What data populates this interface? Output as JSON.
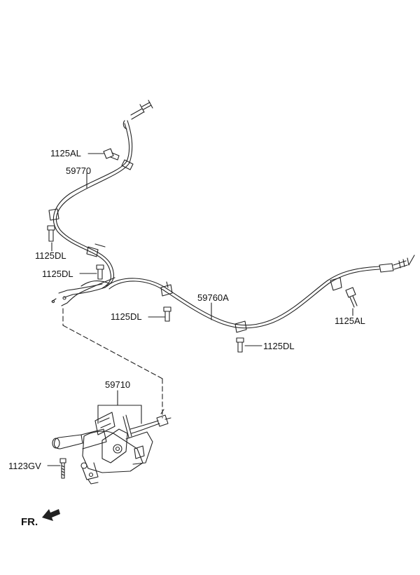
{
  "labels": {
    "bolt_1125al_upper": "1125AL",
    "cable_59770": "59770",
    "bolt_1125dl_a": "1125DL",
    "bolt_1125dl_b": "1125DL",
    "bolt_1125dl_c": "1125DL",
    "cable_59760a": "59760A",
    "bolt_1125al_right": "1125AL",
    "bolt_1125dl_d": "1125DL",
    "lever_59710": "59710",
    "bolt_1123gv": "1123GV"
  },
  "direction": {
    "label": "FR."
  },
  "colors": {
    "line": "#222222",
    "fill": "#ffffff"
  }
}
